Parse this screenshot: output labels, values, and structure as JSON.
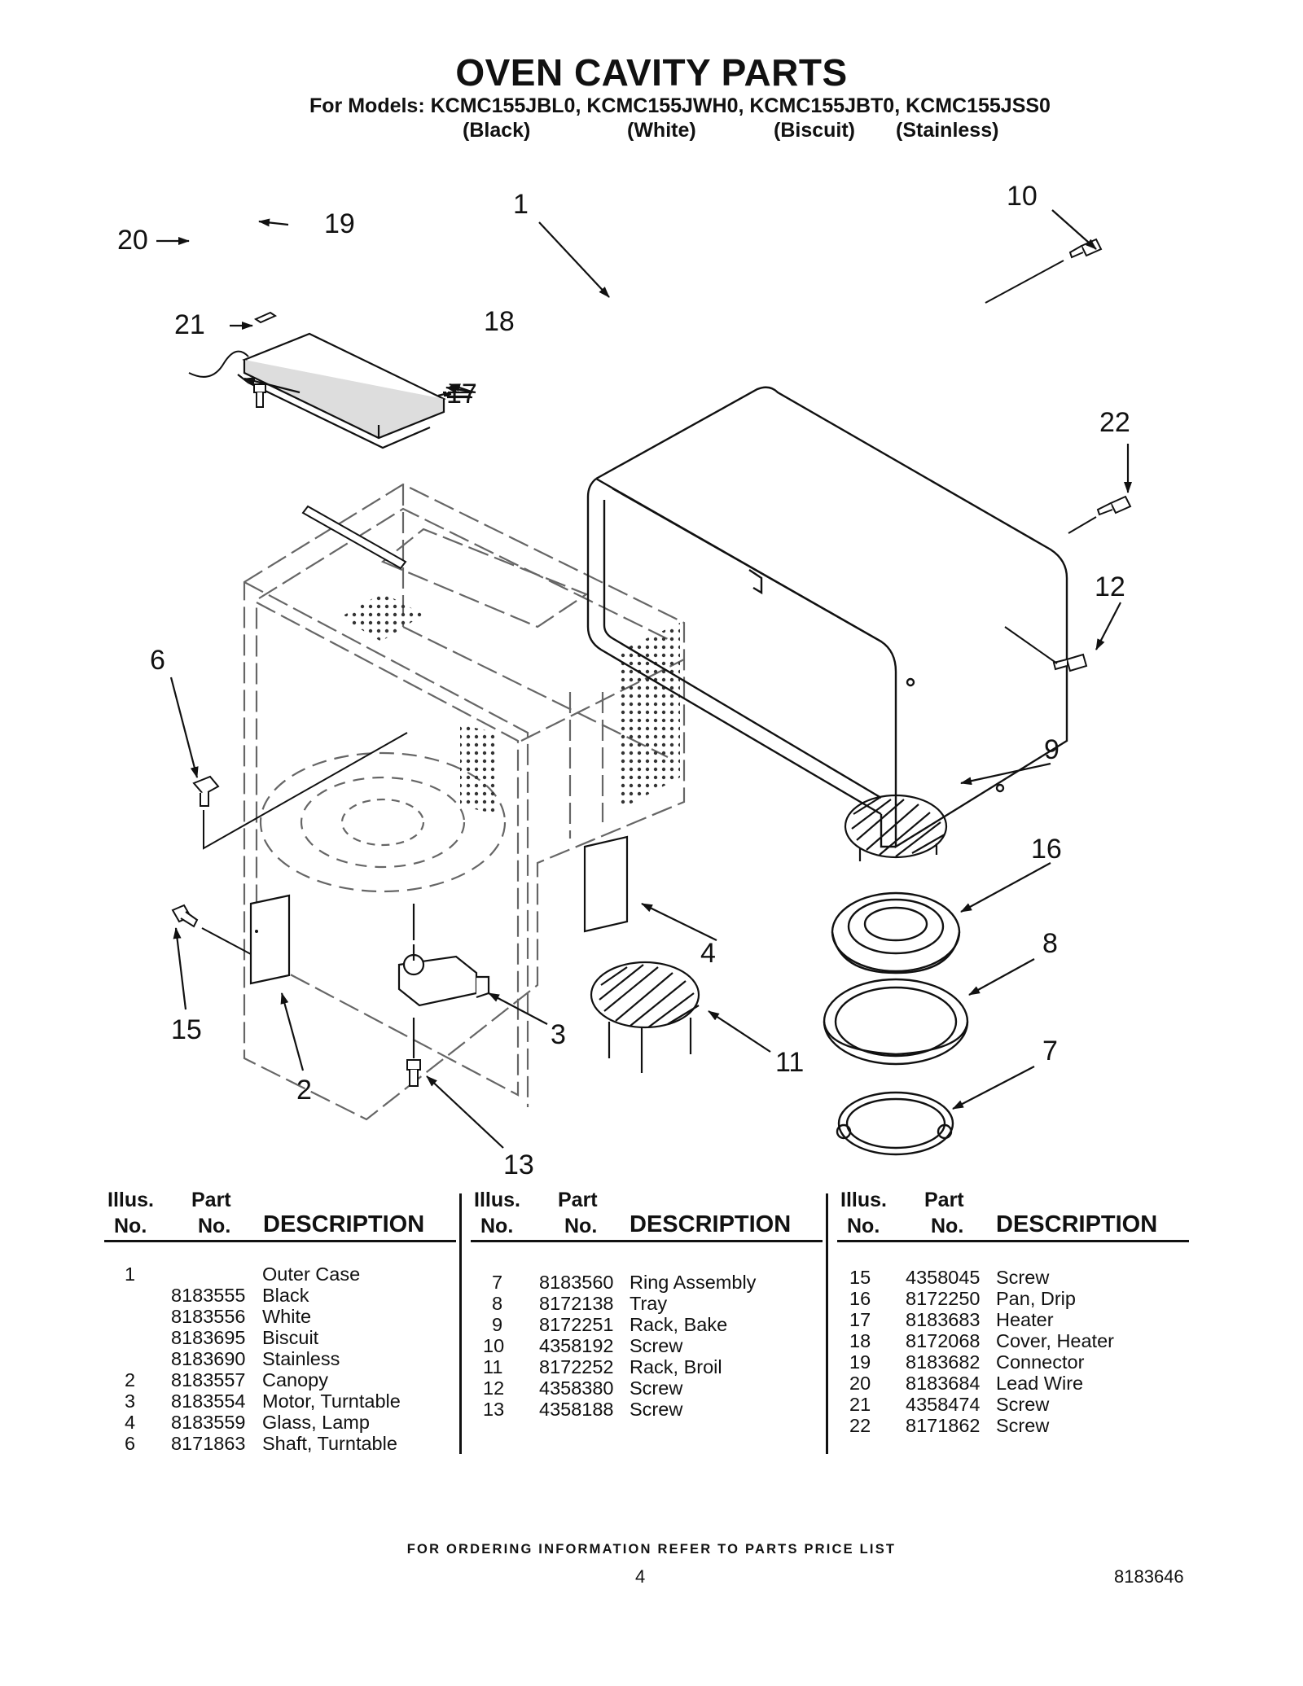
{
  "header": {
    "title": "OVEN CAVITY PARTS",
    "models_line": "For Models: KCMC155JBL0, KCMC155JWH0, KCMC155JBT0, KCMC155JSS0",
    "colors": [
      "(Black)",
      "(White)",
      "(Biscuit)",
      "(Stainless)"
    ]
  },
  "diagram": {
    "callouts": [
      "1",
      "2",
      "3",
      "4",
      "6",
      "7",
      "8",
      "9",
      "10",
      "11",
      "12",
      "13",
      "15",
      "16",
      "17",
      "18",
      "19",
      "20",
      "21",
      "22"
    ]
  },
  "table": {
    "headers": {
      "illus_top": "Illus.",
      "illus_bottom": "No.",
      "part_top": "Part",
      "part_bottom": "No.",
      "description": "DESCRIPTION"
    },
    "columns": [
      [
        {
          "illus": "1",
          "part": "",
          "desc": "Outer Case"
        },
        {
          "illus": "",
          "part": "8183555",
          "desc": "Black"
        },
        {
          "illus": "",
          "part": "8183556",
          "desc": "White"
        },
        {
          "illus": "",
          "part": "8183695",
          "desc": "Biscuit"
        },
        {
          "illus": "",
          "part": "8183690",
          "desc": "Stainless"
        },
        {
          "illus": "2",
          "part": "8183557",
          "desc": "Canopy"
        },
        {
          "illus": "3",
          "part": "8183554",
          "desc": "Motor, Turntable"
        },
        {
          "illus": "4",
          "part": "8183559",
          "desc": "Glass, Lamp"
        },
        {
          "illus": "6",
          "part": "8171863",
          "desc": "Shaft, Turntable"
        }
      ],
      [
        {
          "illus": "7",
          "part": "8183560",
          "desc": "Ring Assembly"
        },
        {
          "illus": "8",
          "part": "8172138",
          "desc": "Tray"
        },
        {
          "illus": "9",
          "part": "8172251",
          "desc": "Rack, Bake"
        },
        {
          "illus": "10",
          "part": "4358192",
          "desc": "Screw"
        },
        {
          "illus": "11",
          "part": "8172252",
          "desc": "Rack, Broil"
        },
        {
          "illus": "12",
          "part": "4358380",
          "desc": "Screw"
        },
        {
          "illus": "13",
          "part": "4358188",
          "desc": "Screw"
        }
      ],
      [
        {
          "illus": "15",
          "part": "4358045",
          "desc": "Screw"
        },
        {
          "illus": "16",
          "part": "8172250",
          "desc": "Pan, Drip"
        },
        {
          "illus": "17",
          "part": "8183683",
          "desc": "Heater"
        },
        {
          "illus": "18",
          "part": "8172068",
          "desc": "Cover, Heater"
        },
        {
          "illus": "19",
          "part": "8183682",
          "desc": "Connector"
        },
        {
          "illus": "20",
          "part": "8183684",
          "desc": "Lead Wire"
        },
        {
          "illus": "21",
          "part": "4358474",
          "desc": "Screw"
        },
        {
          "illus": "22",
          "part": "8171862",
          "desc": "Screw"
        }
      ]
    ]
  },
  "footer": {
    "ordering_note": "FOR ORDERING INFORMATION REFER TO PARTS PRICE LIST",
    "page_number": "4",
    "document_number": "8183646"
  }
}
